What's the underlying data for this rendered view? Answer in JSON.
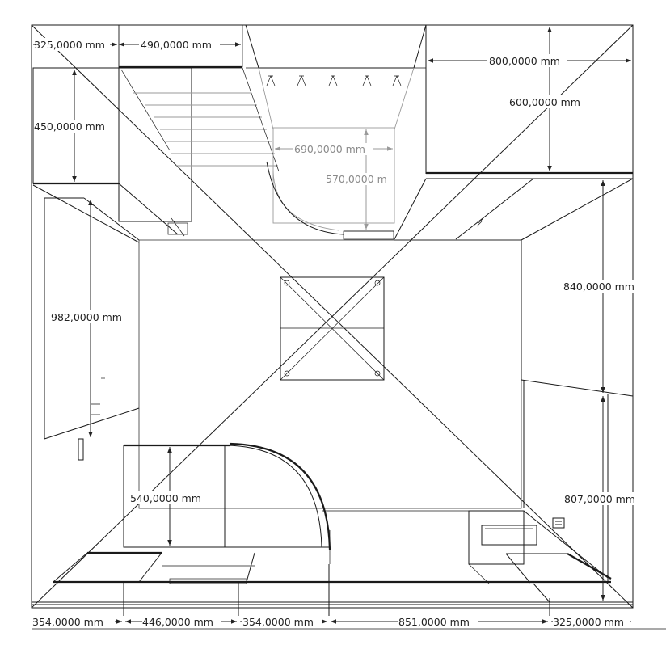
{
  "dimensions": {
    "top": [
      "325,0000 mm",
      "490,0000 mm",
      "800,0000 mm"
    ],
    "left": [
      "450,0000 mm",
      "982,0000 mm"
    ],
    "right": [
      "600,0000 mm",
      "840,0000 mm",
      "807,0000 mm"
    ],
    "center": [
      "690,0000 mm",
      "570,0000 m",
      "540,0000 mm"
    ],
    "bottom": [
      "354,0000 mm",
      "446,0000 mm",
      "354,0000 mm",
      "851,0000 mm",
      "325,0000 mm"
    ]
  },
  "colors": {
    "line": "#1a1a1a",
    "faint_line": "#9a9a9a",
    "background": "#ffffff"
  }
}
